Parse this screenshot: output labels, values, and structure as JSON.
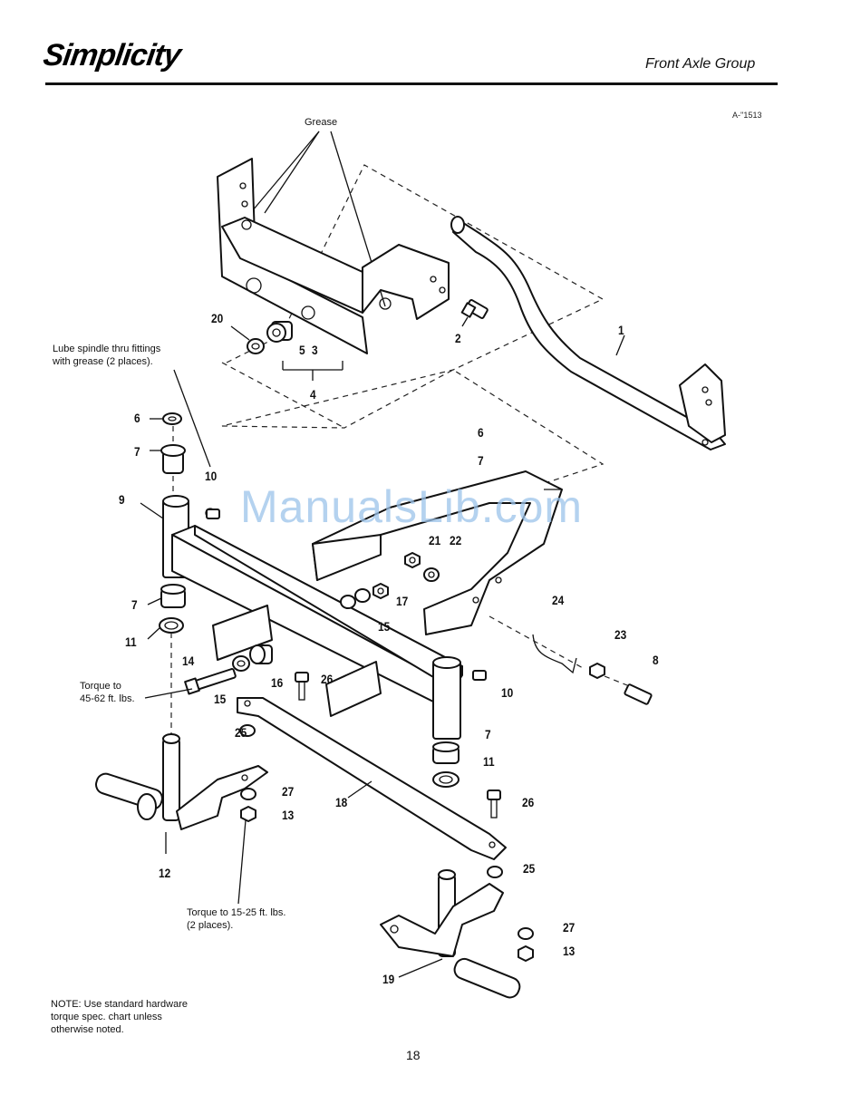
{
  "header": {
    "brand": "Simplicity",
    "section_title": "Front Axle Group",
    "figure_id": "A-''1513"
  },
  "notes": {
    "grease": "Grease",
    "lube": "Lube spindle thru fittings\nwith grease (2 places).",
    "torque_45": "Torque to\n45-62 ft. lbs.",
    "torque_15": "Torque to 15-25 ft. lbs.\n(2 places).",
    "footnote": "NOTE: Use standard hardware\ntorque spec. chart unless\notherwise noted."
  },
  "callouts": {
    "c1": "1",
    "c2": "2",
    "c3": "3",
    "c4": "4",
    "c5": "5",
    "c6a": "6",
    "c6b": "6",
    "c7a": "7",
    "c7b": "7",
    "c7c": "7",
    "c7d": "7",
    "c8": "8",
    "c9": "9",
    "c10a": "10",
    "c10b": "10",
    "c11a": "11",
    "c11b": "11",
    "c12": "12",
    "c13a": "13",
    "c13b": "13",
    "c14": "14",
    "c15a": "15",
    "c15b": "15",
    "c16": "16",
    "c17": "17",
    "c18": "18",
    "c19": "19",
    "c20": "20",
    "c21": "21",
    "c22": "22",
    "c23": "23",
    "c24": "24",
    "c25a": "25",
    "c25b": "25",
    "c26a": "26",
    "c26b": "26",
    "c27a": "27",
    "c27b": "27"
  },
  "footer": {
    "page_number": "18"
  },
  "watermark": "ManualsLib.com"
}
